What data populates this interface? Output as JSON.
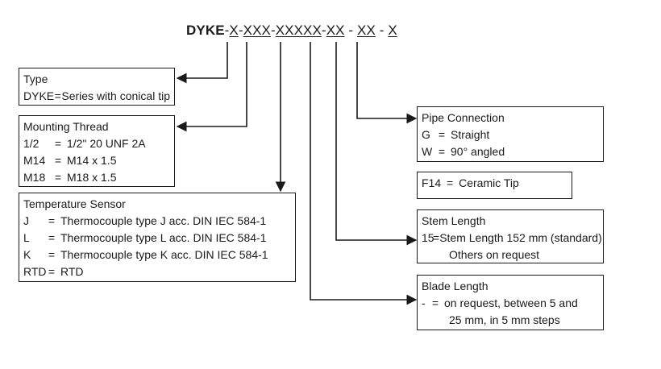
{
  "ordering_code": {
    "brand": "DYKE",
    "segments": [
      "X",
      "XXX",
      "XXXXX",
      "XX",
      "XX",
      "X"
    ]
  },
  "boxes": {
    "type": {
      "title": "Type",
      "rows": [
        {
          "key": "DYKE",
          "sep": "=",
          "value": "Series with conical tip"
        }
      ]
    },
    "mounting_thread": {
      "title": "Mounting Thread",
      "rows": [
        {
          "key": "1/2",
          "sep": "=",
          "value": "1/2\" 20 UNF 2A"
        },
        {
          "key": "M14",
          "sep": "=",
          "value": "M14 x 1.5"
        },
        {
          "key": "M18",
          "sep": "=",
          "value": "M18 x 1.5"
        }
      ]
    },
    "temperature_sensor": {
      "title": "Temperature Sensor",
      "rows": [
        {
          "key": "J",
          "sep": "=",
          "value": "Thermocouple type J acc. DIN IEC 584-1"
        },
        {
          "key": "L",
          "sep": "=",
          "value": "Thermocouple type L acc. DIN IEC 584-1"
        },
        {
          "key": "K",
          "sep": "=",
          "value": "Thermocouple type K acc. DIN IEC 584-1"
        },
        {
          "key": "RTD",
          "sep": "=",
          "value": "RTD"
        }
      ]
    },
    "pipe_connection": {
      "title": "Pipe Connection",
      "rows": [
        {
          "key": "G",
          "sep": "=",
          "value": "Straight"
        },
        {
          "key": "W",
          "sep": "=",
          "value": "90° angled"
        }
      ]
    },
    "tip": {
      "rows": [
        {
          "key": "F14",
          "sep": "=",
          "value": "Ceramic Tip"
        }
      ]
    },
    "stem_length": {
      "title": "Stem Length",
      "rows": [
        {
          "key": "15",
          "sep": "=",
          "value": "Stem Length 152 mm (standard)"
        }
      ],
      "note": "Others on request"
    },
    "blade_length": {
      "title": "Blade Length",
      "rows": [
        {
          "key": "-",
          "sep": "=",
          "value": "on request, between 5 and"
        }
      ],
      "note": "25 mm, in 5 mm steps"
    }
  }
}
